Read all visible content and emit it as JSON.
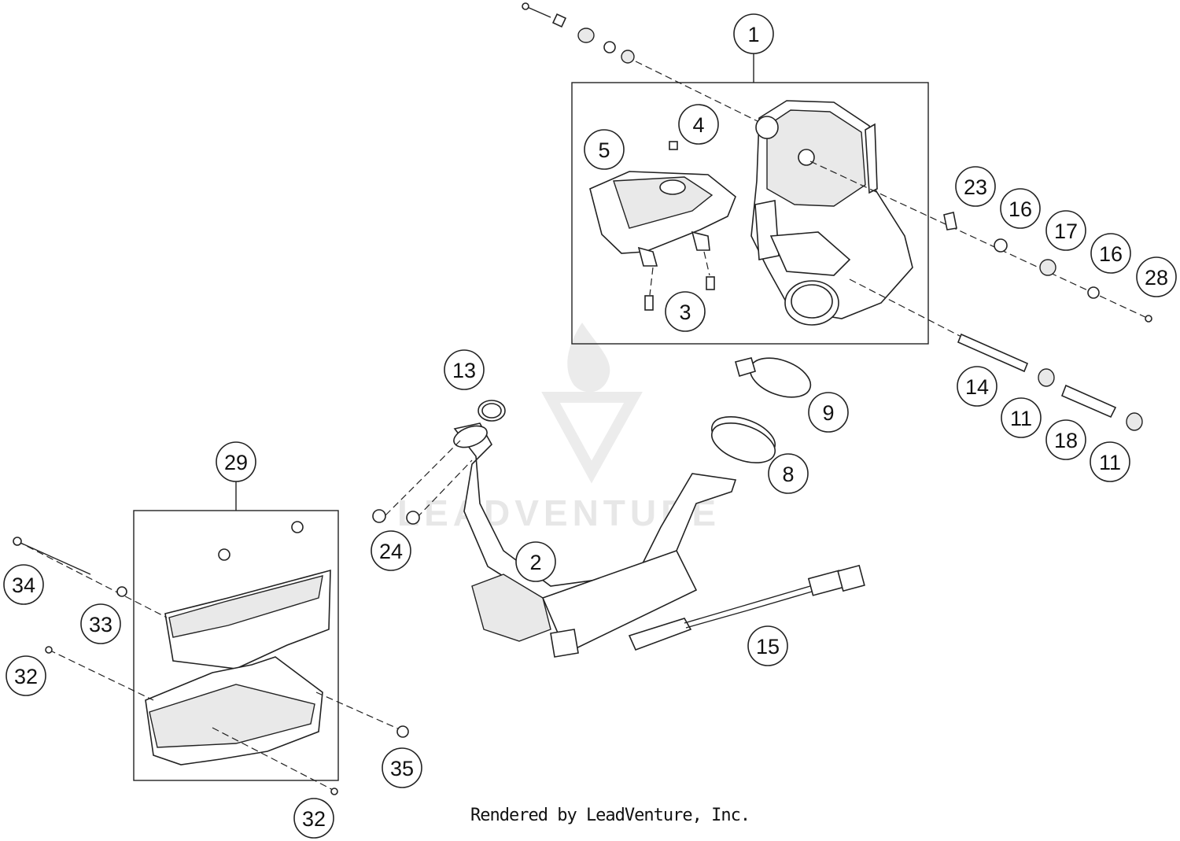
{
  "callouts": {
    "c1": "1",
    "c2": "2",
    "c3": "3",
    "c4": "4",
    "c5": "5",
    "c8": "8",
    "c9": "9",
    "c11a": "11",
    "c11b": "11",
    "c13": "13",
    "c14": "14",
    "c15": "15",
    "c16a": "16",
    "c16b": "16",
    "c17": "17",
    "c18": "18",
    "c23": "23",
    "c24": "24",
    "c28": "28",
    "c29": "29",
    "c32a": "32",
    "c32b": "32",
    "c33": "33",
    "c34": "34",
    "c35": "35"
  },
  "watermark": {
    "text": "LEADVENTURE",
    "icon": "leadventure-flame-logo"
  },
  "footer": {
    "credit": "Rendered by LeadVenture, Inc."
  },
  "colors": {
    "line": "#222222",
    "watermark": "#d9d9d9",
    "fill": "#e9e9e9"
  }
}
